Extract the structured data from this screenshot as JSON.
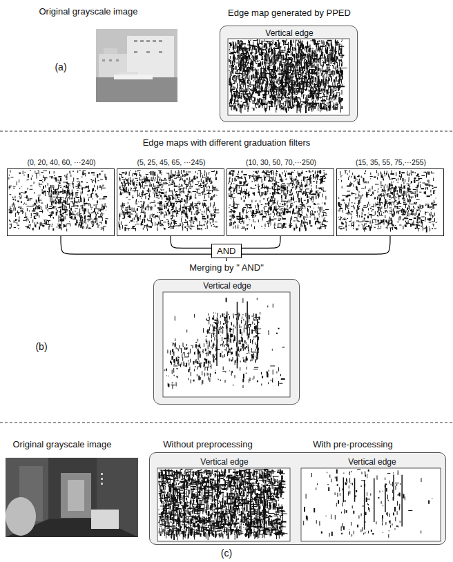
{
  "diagram": {
    "nodes": [
      {
        "text": [
          "Edge map generated by PPED",
          "Vertical edge"
        ]
      },
      {
        "text": [
          "(0, 20, 40, 60, ···240)"
        ]
      },
      {
        "text": [
          "(5, 25, 45, 65, ···245)"
        ]
      },
      {
        "text": [
          "(10, 30, 50, 70,···250)"
        ]
      },
      {
        "text": [
          "(15, 35, 55, 75,···255)"
        ]
      },
      {
        "text": [
          "AND"
        ]
      },
      {
        "text": [
          "Vertical edge"
        ]
      },
      {
        "text": [
          "Without preprocessing",
          "With pre-processing"
        ]
      },
      {
        "text": [
          "Vertical edge"
        ],
        "in": 7
      },
      {
        "text": [
          "Vertical edge"
        ],
        "in": 7
      }
    ],
    "edges": [
      {
        "from": 1,
        "to": 5,
        "arrow": "none"
      },
      {
        "from": 2,
        "to": 5,
        "arrow": "none"
      },
      {
        "from": 3,
        "to": 5,
        "arrow": "none"
      },
      {
        "from": 4,
        "to": 5,
        "arrow": "none"
      }
    ],
    "labels": [
      "Original grayscale image",
      "(a)",
      "Edge maps with different graduation filters",
      "Merging by \" AND\"",
      "(b)",
      "Original grayscale image",
      "(c)"
    ]
  }
}
